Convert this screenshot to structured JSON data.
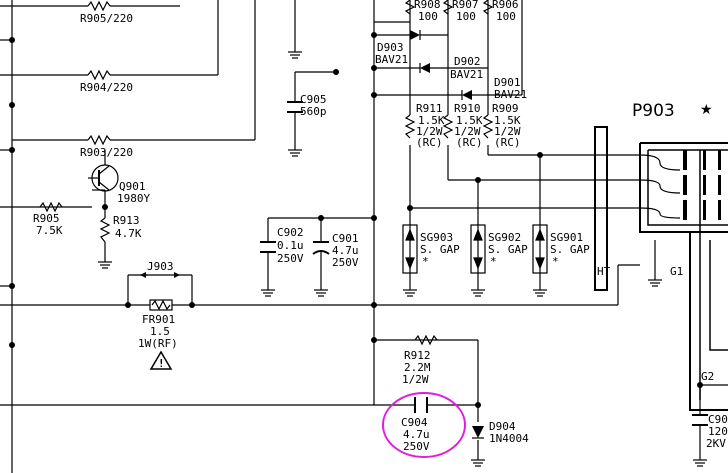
{
  "labels": {
    "r905_top": "R905/220",
    "r904": "R904/220",
    "r903": "R903/220",
    "r908": "R908",
    "r908_val": "100",
    "r907": "R907",
    "r907_val": "100",
    "r906": "R906",
    "r906_val": "100",
    "d903": "D903",
    "d903_val": "BAV21",
    "d902": "D902",
    "d902_val": "BAV21",
    "d901": "D901",
    "d901_val": "BAV21",
    "c905": "C905",
    "c905_val": "560p",
    "r911": "R911",
    "r910": "R910",
    "r909": "R909",
    "r911_val": "1.5K",
    "r910_val": "1.5K",
    "r909_val": "1.5K",
    "r911_pw": "1/2W",
    "r910_pw": "1/2W",
    "r909_pw": "1/2W",
    "r911_rc": "(RC)",
    "r910_rc": "(RC)",
    "r909_rc": "(RC)",
    "p903": "P903",
    "star": "★",
    "q901": "Q901",
    "q901_val": "1980Y",
    "r905": "R905",
    "r905_val": "7.5K",
    "r913": "R913",
    "r913_val": "4.7K",
    "c902": "C902",
    "c902_val": "0.1u",
    "c902_v": "250V",
    "c901": "C901",
    "c901_val": "4.7u",
    "c901_v": "250V",
    "sg903": "SG903",
    "sg902": "SG902",
    "sg901": "SG901",
    "sgap": "S. GAP",
    "asterisk": "*",
    "ht": "HT",
    "g1": "G1",
    "g2": "G2",
    "j903": "J903",
    "fr901": "FR901",
    "fr901_val": "1.5",
    "fr901_rating": "1W(RF)",
    "warning": "!",
    "r912": "R912",
    "r912_val": "2.2M",
    "r912_pw": "1/2W",
    "c904": "C904",
    "c904_val": "4.7u",
    "c904_v": "250V",
    "d904": "D904",
    "d904_val": "1N4004",
    "c90x": "C90",
    "c90x_val": "120",
    "c90x_v": "2KV"
  },
  "colors": {
    "ink": "#000000",
    "highlight": "#e01ee0",
    "background": "#ffffff"
  }
}
